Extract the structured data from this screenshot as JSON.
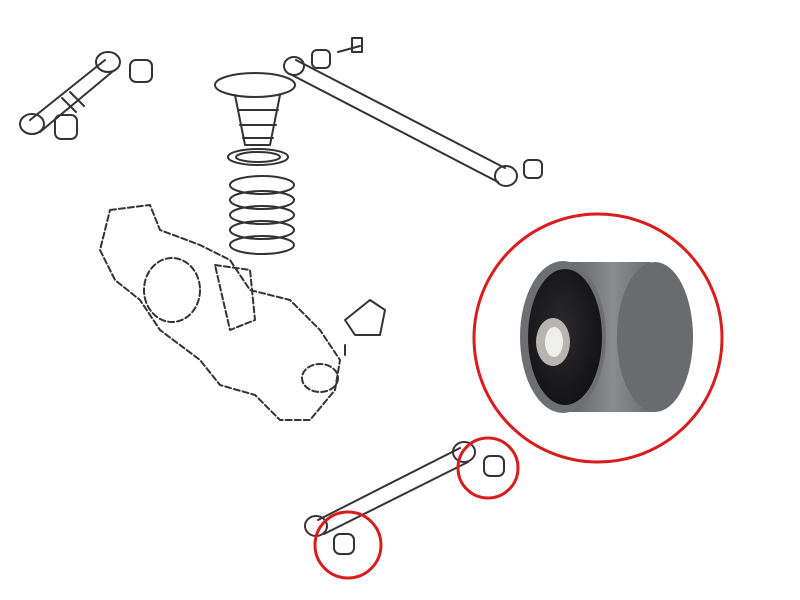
{
  "colors": {
    "background": "#ffffff",
    "line_art": "#333333",
    "highlight_circle": "#d91c1c",
    "bushing_shell": "#77787a",
    "bushing_rubber": "#1e1e20",
    "bushing_sleeve": "#b8b4ae"
  },
  "icons": {
    "main_highlight": "bushing-photo",
    "small_highlights": [
      "rear-bushing-highlight",
      "front-bushing-highlight"
    ]
  }
}
